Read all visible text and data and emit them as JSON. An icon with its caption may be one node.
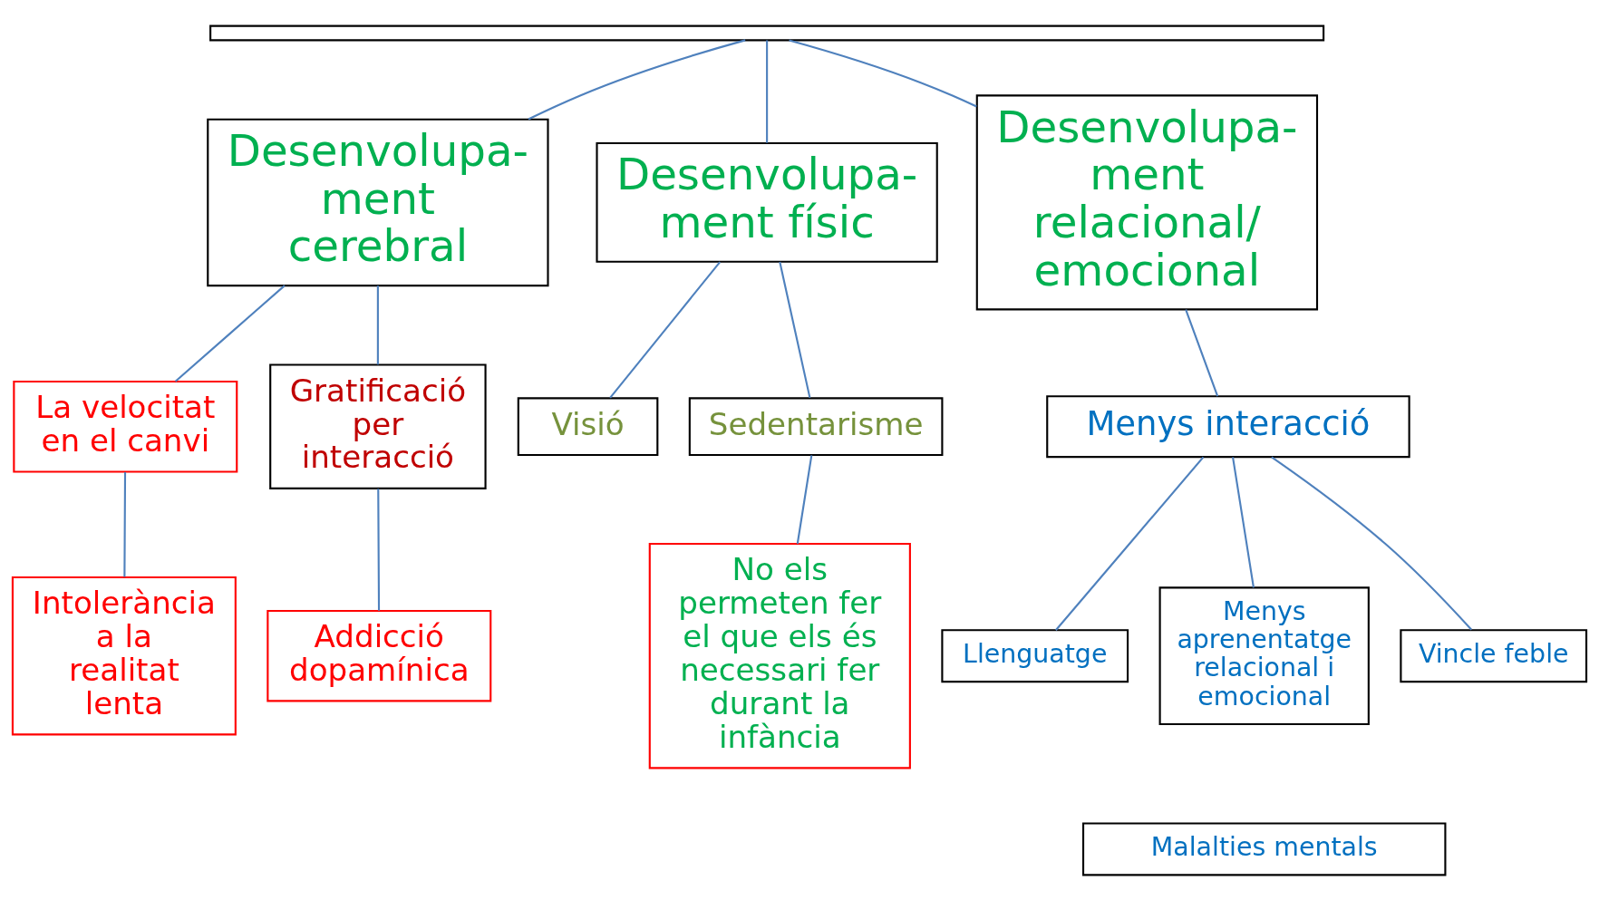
{
  "diagram": {
    "nodes": [
      {
        "text": [],
        "shape": "box"
      },
      {
        "text": [
          "Desenvolupa- ment cerebral"
        ]
      },
      {
        "text": [
          "Desenvolupa- ment físic"
        ]
      },
      {
        "text": [
          "Desenvolupa- ment relacional/ emocional"
        ]
      },
      {
        "text": [
          "La velocitat en el canvi"
        ]
      },
      {
        "text": [
          "Gratificació per interacció"
        ]
      },
      {
        "text": [
          "Intolerància a la realitat lenta"
        ]
      },
      {
        "text": [
          "Addicció dopamínica"
        ]
      },
      {
        "text": [
          "Visió"
        ]
      },
      {
        "text": [
          "Sedentarisme"
        ]
      },
      {
        "text": [
          "No els permeten fer el que els és necessari fer durant la infància"
        ]
      },
      {
        "text": [
          "Menys interacció"
        ]
      },
      {
        "text": [
          "Llenguatge"
        ]
      },
      {
        "text": [
          "Menys aprenentatge relacional i emocional"
        ]
      },
      {
        "text": [
          "Vincle feble"
        ]
      },
      {
        "text": [
          "Malalties mentals"
        ]
      }
    ],
    "edges": [
      {
        "from": 0,
        "to": 1,
        "arrow": "none"
      },
      {
        "from": 0,
        "to": 2,
        "arrow": "none"
      },
      {
        "from": 0,
        "to": 3,
        "arrow": "none"
      },
      {
        "from": 1,
        "to": 4,
        "arrow": "none"
      },
      {
        "from": 1,
        "to": 5,
        "arrow": "none"
      },
      {
        "from": 4,
        "to": 6,
        "arrow": "none"
      },
      {
        "from": 5,
        "to": 7,
        "arrow": "none"
      },
      {
        "from": 2,
        "to": 8,
        "arrow": "none"
      },
      {
        "from": 2,
        "to": 9,
        "arrow": "none"
      },
      {
        "from": 9,
        "to": 10,
        "arrow": "none"
      },
      {
        "from": 3,
        "to": 11,
        "arrow": "none"
      },
      {
        "from": 11,
        "to": 12,
        "arrow": "none"
      },
      {
        "from": 11,
        "to": 13,
        "arrow": "none"
      },
      {
        "from": 11,
        "to": 14,
        "arrow": "none"
      }
    ]
  }
}
